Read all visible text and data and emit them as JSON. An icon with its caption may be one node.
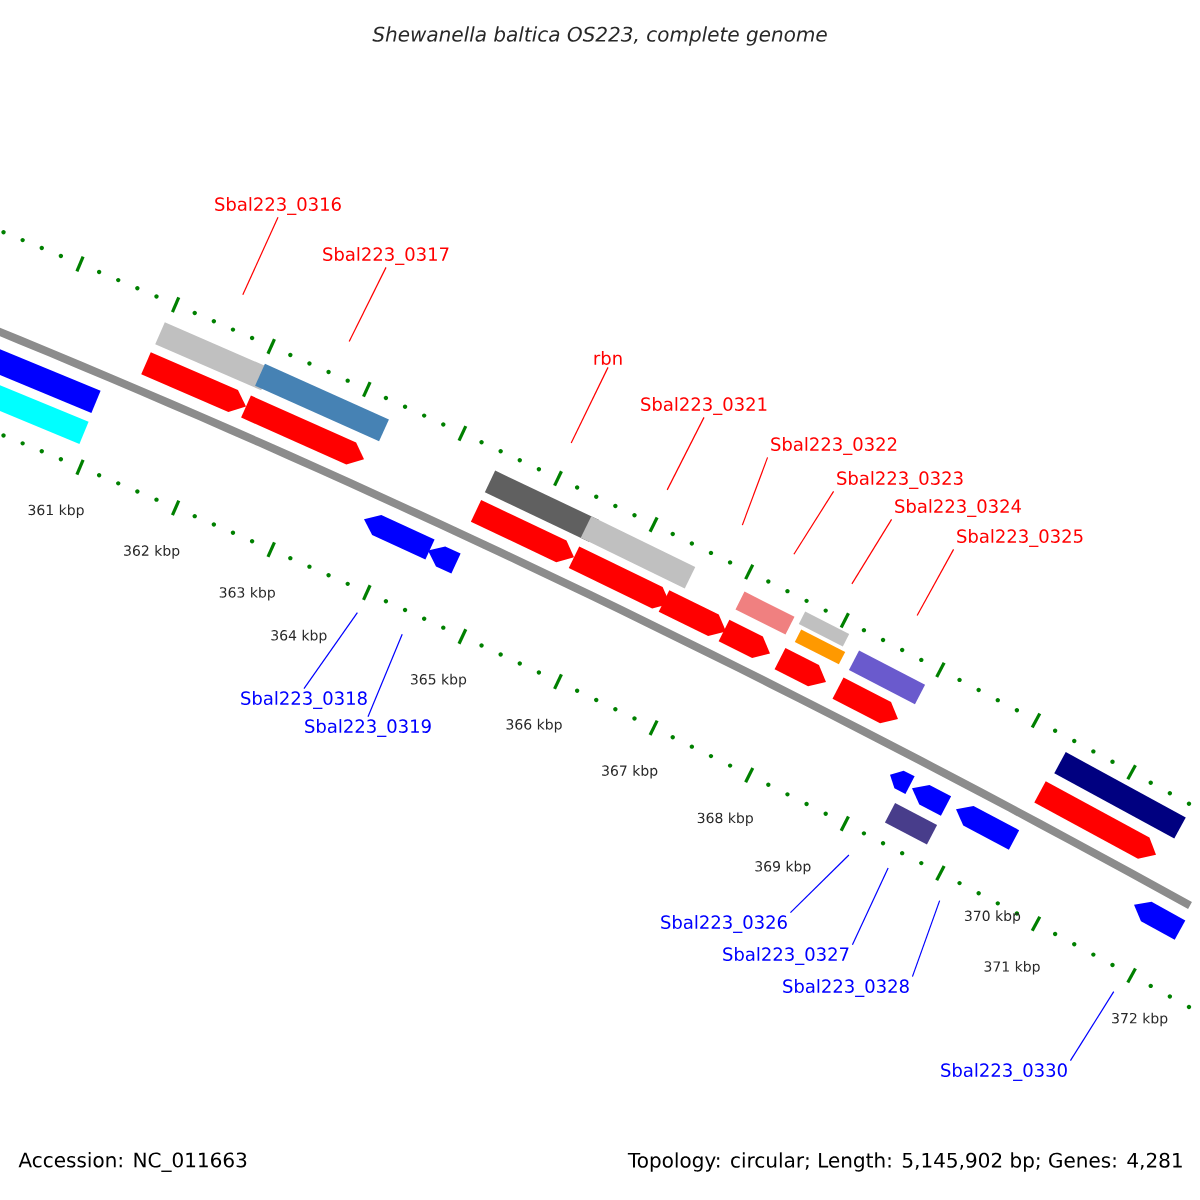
{
  "diagram": {
    "title": "Shewanella baltica OS223, complete genome",
    "nodes": [
      {
        "text": [
          "Sbal223_0316"
        ]
      },
      {
        "text": [
          "Sbal223_0317"
        ]
      },
      {
        "text": [
          "rbn"
        ]
      },
      {
        "text": [
          "Sbal223_0321"
        ]
      },
      {
        "text": [
          "Sbal223_0322"
        ]
      },
      {
        "text": [
          "Sbal223_0323"
        ]
      },
      {
        "text": [
          "Sbal223_0324"
        ]
      },
      {
        "text": [
          "Sbal223_0325"
        ]
      },
      {
        "text": [
          "Sbal223_0318"
        ]
      },
      {
        "text": [
          "Sbal223_0319"
        ]
      },
      {
        "text": [
          "Sbal223_0326"
        ]
      },
      {
        "text": [
          "Sbal223_0327"
        ]
      },
      {
        "text": [
          "Sbal223_0328"
        ]
      },
      {
        "text": [
          "Sbal223_0330"
        ]
      }
    ],
    "edges": [
      {
        "from": 0,
        "to": null,
        "arrow": "none"
      },
      {
        "from": 1,
        "to": null,
        "arrow": "none"
      },
      {
        "from": 2,
        "to": null,
        "arrow": "none"
      },
      {
        "from": 3,
        "to": null,
        "arrow": "none"
      },
      {
        "from": 4,
        "to": null,
        "arrow": "none"
      },
      {
        "from": 5,
        "to": null,
        "arrow": "none"
      },
      {
        "from": 6,
        "to": null,
        "arrow": "none"
      },
      {
        "from": 7,
        "to": null,
        "arrow": "none"
      },
      {
        "from": 8,
        "to": null,
        "arrow": "none",
        "color": "#0000ff"
      },
      {
        "from": 9,
        "to": null,
        "arrow": "none",
        "color": "#0000ff"
      },
      {
        "from": 10,
        "to": null,
        "arrow": "none",
        "color": "#0000ff"
      },
      {
        "from": 11,
        "to": null,
        "arrow": "none",
        "color": "#0000ff"
      },
      {
        "from": 12,
        "to": null,
        "arrow": "none",
        "color": "#0000ff"
      },
      {
        "from": 13,
        "to": null,
        "arrow": "none",
        "color": "#0000ff"
      }
    ],
    "labels": [
      "361 kbp",
      "362 kbp",
      "363 kbp",
      "364 kbp",
      "365 kbp",
      "366 kbp",
      "367 kbp",
      "368 kbp",
      "369 kbp",
      "370 kbp",
      "371 kbp",
      "372 kbp",
      "Accession: NC_011663",
      "Topology: circular; Length: 5,145,902 bp; Genes: 4,281"
    ]
  }
}
